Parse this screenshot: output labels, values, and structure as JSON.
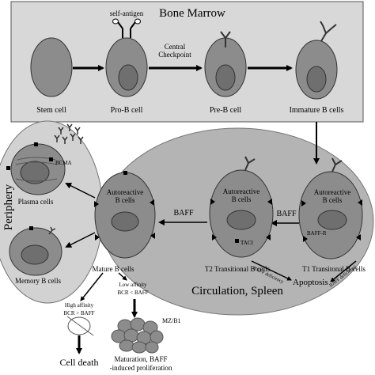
{
  "regions": {
    "bone_marrow": "Bone Marrow",
    "circulation": "Circulation, Spleen",
    "periphery": "Periphery"
  },
  "labels": {
    "self_antigen": "self-antigen",
    "central_checkpoint_1": "Central",
    "central_checkpoint_2": "Checkpoint",
    "stem_cell": "Stem  cell",
    "pro_b_cell": "Pro-B cell",
    "pre_b_cell": "Pre-B cell",
    "immature_b_cells": "Immature B cells",
    "autoreactive_1": "Autoreactive",
    "autoreactive_2": "B cells",
    "baff_r": "BAFF-R",
    "baff": "BAFF",
    "taci": "TACI",
    "bcma": "BCMA",
    "t1_cells": "T1 Transitonal B cells",
    "t2_cells": "T2 Transitional B cells",
    "mature_b_cells": "Mature B cells",
    "plasma_cells": "Plasma cells",
    "memory_b_cells": "Memory B cells",
    "baff_deficiency": "BAFF deficiency",
    "apoptosis": "Apoptosis",
    "high_affinity_1": "High affinity",
    "high_affinity_2": "BCR > BAFF",
    "low_affinity_1": "Low affinity",
    "low_affinity_2": "BCR < BAFF",
    "cell_death": "Cell death",
    "mz_b1": "MZ/B1",
    "maturation_1": "Maturation, BAFF",
    "maturation_2": "-induced proliferation"
  },
  "colors": {
    "bone_marrow_bg": "#d8d8d8",
    "circulation_bg": "#b4b4b4",
    "periphery_bg": "#d2d2d2",
    "cell_fill": "#8c8c8c",
    "nucleus_fill": "#6f6f6f"
  }
}
